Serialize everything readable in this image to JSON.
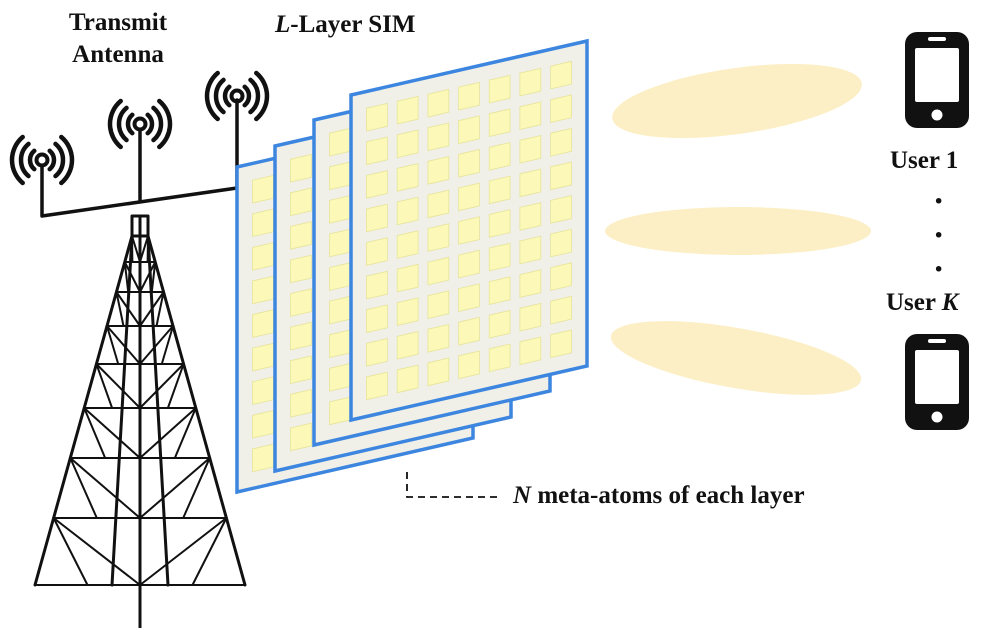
{
  "labels": {
    "tx_line1": "Transmit",
    "tx_line2": "Antenna",
    "sim_var": "L",
    "sim_rest": "-Layer SIM",
    "user1": "User 1",
    "userK_prefix": "User ",
    "userK_var": "K",
    "meta_var": "N",
    "meta_rest": " meta-atoms of each layer",
    "dots": [
      "·",
      "·",
      "·"
    ]
  },
  "diagram": {
    "layer_count": 4,
    "meta_atom_grid": {
      "rows": 9,
      "cols": 7
    },
    "beam_count": 3,
    "user_count": 2,
    "antenna_count": 3
  },
  "colors": {
    "layer_border": "#3d86e0",
    "layer_fill": "#f1f0e8",
    "atom_fill": "#fbf8b8",
    "atom_stroke": "#e6e39a",
    "beam": "#fcefc6",
    "line": "#111111"
  }
}
